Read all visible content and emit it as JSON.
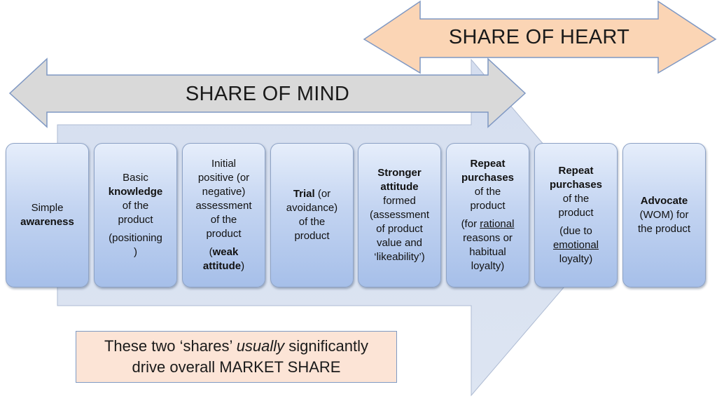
{
  "colors": {
    "mind_arrow_fill": "#d9d9d9",
    "heart_arrow_fill": "#fbd5b5",
    "big_arrow_fill": "#dce4f1",
    "stage_fill": "#c3d4f1",
    "note_fill": "#fce4d6"
  },
  "arrows": {
    "share_of_heart": "SHARE OF HEART",
    "share_of_mind": "SHARE OF MIND"
  },
  "stages": [
    {
      "lines": [
        [
          {
            "t": "Simple"
          }
        ],
        [
          {
            "t": "awareness",
            "b": true
          }
        ]
      ]
    },
    {
      "lines": [
        [
          {
            "t": "Basic"
          }
        ],
        [
          {
            "t": "knowledge",
            "b": true
          }
        ],
        [
          {
            "t": "of the"
          }
        ],
        [
          {
            "t": "product"
          }
        ],
        [
          {
            "t": "(positioning",
            "gap": true
          }
        ],
        [
          {
            "t": ")"
          }
        ]
      ]
    },
    {
      "lines": [
        [
          {
            "t": "Initial"
          }
        ],
        [
          {
            "t": "positive (or"
          }
        ],
        [
          {
            "t": "negative)"
          }
        ],
        [
          {
            "t": "assessment"
          }
        ],
        [
          {
            "t": "of the"
          }
        ],
        [
          {
            "t": "product"
          }
        ],
        [
          {
            "t": "(",
            "gap": true
          },
          {
            "t": "weak",
            "b": true
          }
        ],
        [
          {
            "t": "attitude",
            "b": true
          },
          {
            "t": ")"
          }
        ]
      ]
    },
    {
      "lines": [
        [
          {
            "t": "Trial",
            "b": true
          },
          {
            "t": " (or"
          }
        ],
        [
          {
            "t": "avoidance)"
          }
        ],
        [
          {
            "t": "of the"
          }
        ],
        [
          {
            "t": "product"
          }
        ]
      ]
    },
    {
      "lines": [
        [
          {
            "t": "Stronger",
            "b": true
          }
        ],
        [
          {
            "t": "attitude",
            "b": true
          }
        ],
        [
          {
            "t": "formed"
          }
        ],
        [
          {
            "t": "(assessment"
          }
        ],
        [
          {
            "t": "of product"
          }
        ],
        [
          {
            "t": "value and"
          }
        ],
        [
          {
            "t": "‘likeability’)"
          }
        ]
      ]
    },
    {
      "lines": [
        [
          {
            "t": "Repeat",
            "b": true
          }
        ],
        [
          {
            "t": "purchases",
            "b": true
          }
        ],
        [
          {
            "t": "of the"
          }
        ],
        [
          {
            "t": "product"
          }
        ],
        [
          {
            "t": "(for ",
            "gap": true
          },
          {
            "t": "rational",
            "u": true
          }
        ],
        [
          {
            "t": "reasons or"
          }
        ],
        [
          {
            "t": "habitual"
          }
        ],
        [
          {
            "t": "loyalty)"
          }
        ]
      ]
    },
    {
      "lines": [
        [
          {
            "t": "Repeat",
            "b": true
          }
        ],
        [
          {
            "t": "purchases",
            "b": true
          }
        ],
        [
          {
            "t": "of the"
          }
        ],
        [
          {
            "t": "product"
          }
        ],
        [
          {
            "t": "(due to",
            "gap": true
          }
        ],
        [
          {
            "t": "emotional",
            "u": true
          }
        ],
        [
          {
            "t": "loyalty)"
          }
        ]
      ]
    },
    {
      "lines": [
        [
          {
            "t": "Advocate",
            "b": true
          }
        ],
        [
          {
            "t": "(WOM) for"
          }
        ],
        [
          {
            "t": "the product"
          }
        ]
      ]
    }
  ],
  "note": {
    "line1_pre": "These two ‘shares’ ",
    "line1_em": "usually",
    "line1_post": " significantly",
    "line2": "drive overall MARKET SHARE"
  }
}
